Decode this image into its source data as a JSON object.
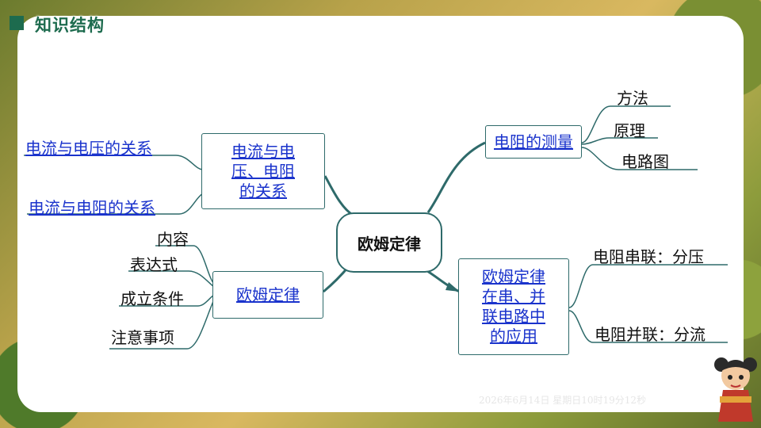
{
  "header": {
    "title": "知识结构"
  },
  "center": {
    "label": "欧姆定律"
  },
  "left_top": {
    "box": "电流与电压、电阻的关系",
    "box_lines": [
      "电流与电",
      "压、电阻",
      "的关系"
    ],
    "leaves": [
      "电流与电压的关系",
      "电流与电阻的关系"
    ]
  },
  "left_bottom": {
    "box": "欧姆定律",
    "leaves": [
      "内容",
      "表达式",
      "成立条件",
      "注意事项"
    ]
  },
  "right_top": {
    "box": "电阻的测量",
    "leaves": [
      "方法",
      "原理",
      "电路图"
    ]
  },
  "right_bottom": {
    "box_lines": [
      "欧姆定律",
      "在串、并",
      "联电路中",
      "的应用"
    ],
    "leaves": [
      "电阻串联：分压",
      "电阻并联：分流"
    ]
  },
  "footer": {
    "datetime": "2026年6月14日 星期日10时19分12秒"
  },
  "colors": {
    "accent": "#1d6b4e",
    "link": "#1a33cc",
    "line": "#2e6a6a"
  }
}
